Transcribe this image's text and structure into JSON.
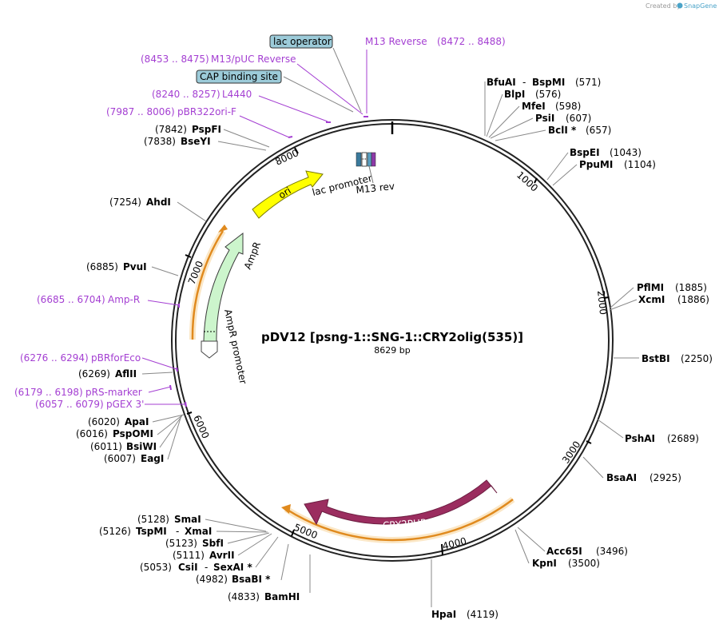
{
  "header": {
    "credit_text": "Created by",
    "credit_brand": "SnapGene"
  },
  "plasmid": {
    "name": "pDV12  [psng-1::SNG-1::CRY2olig(535)]",
    "size_label": "8629 bp"
  },
  "ticks": [
    "1000",
    "2000",
    "3000",
    "4000",
    "5000",
    "6000",
    "7000",
    "8000"
  ],
  "enzymes": [
    {
      "name": "BfuAI",
      "name2": "BspMI",
      "pos": "(571)"
    },
    {
      "name": "BlpI",
      "pos": "(576)"
    },
    {
      "name": "MfeI",
      "pos": "(598)"
    },
    {
      "name": "PsiI",
      "pos": "(607)"
    },
    {
      "name": "BclI *",
      "pos": "(657)"
    },
    {
      "name": "BspEI",
      "pos": "(1043)"
    },
    {
      "name": "PpuMI",
      "pos": "(1104)"
    },
    {
      "name": "PflMI",
      "pos": "(1885)"
    },
    {
      "name": "XcmI",
      "pos": "(1886)"
    },
    {
      "name": "BstBI",
      "pos": "(2250)"
    },
    {
      "name": "PshAI",
      "pos": "(2689)"
    },
    {
      "name": "BsaAI",
      "pos": "(2925)"
    },
    {
      "name": "Acc65I",
      "pos": "(3496)"
    },
    {
      "name": "KpnI",
      "pos": "(3500)"
    },
    {
      "name": "HpaI",
      "pos": "(4119)"
    },
    {
      "name": "BamHI",
      "pos": "(4833)"
    },
    {
      "name": "BsaBI *",
      "pos": "(4982)"
    },
    {
      "name": "CsiI",
      "name2": "SexAI *",
      "pos": "(5053)"
    },
    {
      "name": "AvrII",
      "pos": "(5111)"
    },
    {
      "name": "SbfI",
      "pos": "(5123)"
    },
    {
      "name": "TspMI",
      "name2": "XmaI",
      "pos": "(5126)"
    },
    {
      "name": "SmaI",
      "pos": "(5128)"
    },
    {
      "name": "EagI",
      "pos": "(6007)"
    },
    {
      "name": "BsiWI",
      "pos": "(6011)"
    },
    {
      "name": "PspOMI",
      "pos": "(6016)"
    },
    {
      "name": "ApaI",
      "pos": "(6020)"
    },
    {
      "name": "AflII",
      "pos": "(6269)"
    },
    {
      "name": "PvuI",
      "pos": "(6885)"
    },
    {
      "name": "AhdI",
      "pos": "(7254)"
    },
    {
      "name": "BseYI",
      "pos": "(7838)"
    },
    {
      "name": "PspFI",
      "pos": "(7842)"
    }
  ],
  "primers": [
    {
      "name": "M13 Reverse",
      "range": "(8472 .. 8488)"
    },
    {
      "name": "M13/pUC Reverse",
      "range": "(8453 .. 8475)"
    },
    {
      "name": "L4440",
      "range": "(8240 .. 8257)"
    },
    {
      "name": "pBR322ori-F",
      "range": "(7987 .. 8006)"
    },
    {
      "name": "Amp-R",
      "range": "(6685 .. 6704)"
    },
    {
      "name": "pBRforEco",
      "range": "(6276 .. 6294)"
    },
    {
      "name": "pRS-marker",
      "range": "(6179 .. 6198)"
    },
    {
      "name": "pGEX 3'",
      "range": "(6057 .. 6079)"
    }
  ],
  "boxed_labels": [
    "lac operator",
    "CAP binding site"
  ],
  "features": {
    "ori": "ori",
    "ampr": "AmpR",
    "ampr_promoter": "AmpR promoter",
    "lac_promoter": "lac promoter",
    "m13_rev": "M13 rev",
    "cry2phr": "CRY2PHR"
  },
  "colors": {
    "primer": "#a43fd2",
    "ori": "#ffff00",
    "ampr": "#ccf5cc",
    "cry2phr": "#9b2d5f",
    "orf": "#e08a1e",
    "orf_glow": "#fbe7c6",
    "box": "#9ccbd9"
  }
}
